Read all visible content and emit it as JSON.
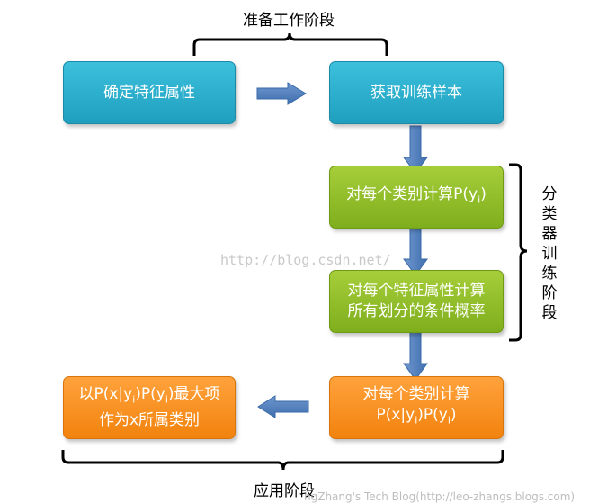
{
  "labels": {
    "prep_stage": "准备工作阶段",
    "classifier_stage": [
      "分",
      "类",
      "器",
      "训",
      "练",
      "阶",
      "段"
    ],
    "apply_stage": "应用阶段"
  },
  "boxes": {
    "determine_features": "确定特征属性",
    "get_samples": "获取训练样本",
    "compute_prior": {
      "prefix": "对每个类别计算P(y",
      "sub": "i",
      "suffix": ")"
    },
    "compute_conditional": {
      "line1": "对每个特征属性计算",
      "line2": "所有划分的条件概率"
    },
    "compute_joint": {
      "line1": "对每个类别计算",
      "l2a": "P(x|y",
      "l2sub1": "i",
      "l2b": ")P(y",
      "l2sub2": "i",
      "l2c": ")"
    },
    "take_max": {
      "l1a": "以P(x|y",
      "l1sub1": "i",
      "l1b": ")P(y",
      "l1sub2": "i",
      "l1c": ")最大项",
      "line2": "作为x所属类别"
    }
  },
  "watermark": "http://blog.csdn.net/",
  "footer_watermark": "ngZhang's Tech Blog(http://leo-zhangs.blogs.com)",
  "colors": {
    "blue": "#2aafcf",
    "green": "#8dbd2a",
    "orange": "#f7901e",
    "arrow": "#4f81bd"
  }
}
